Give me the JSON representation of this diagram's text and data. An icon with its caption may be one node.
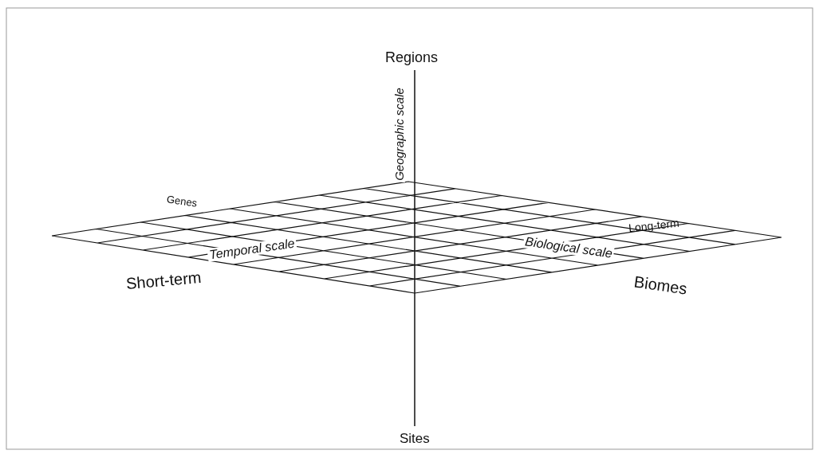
{
  "diagram": {
    "labels": [
      "Regions",
      "Geographic scale",
      "Genes",
      "Long-term",
      "Temporal scale",
      "Biological scale",
      "Short-term",
      "Biomes",
      "Sites"
    ]
  }
}
